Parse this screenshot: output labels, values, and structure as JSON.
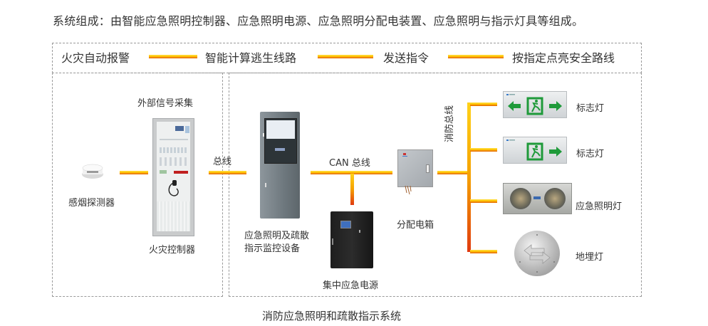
{
  "heading": "系统组成：由智能应急照明控制器、应急照明电源、应急照明分配电装置、应急照明与指示灯具等组成。",
  "flow": {
    "steps": [
      "火灾自动报警",
      "智能计算逃生线路",
      "发送指令",
      "按指定点亮安全路线"
    ]
  },
  "left_section": {
    "signal_label": "外部信号采集",
    "smoke_detector_label": "感烟探测器",
    "fire_controller_label": "火灾控制器"
  },
  "bus_label": "总线",
  "right_section": {
    "monitor_label_line1": "应急照明及疏散",
    "monitor_label_line2": "指示监控设备",
    "can_bus_label": "CAN 总线",
    "power_supply_label": "集中应急电源",
    "distribution_box_label": "分配电箱",
    "fire_bus_label": "消防总线",
    "fixtures": [
      {
        "label": "标志灯",
        "icon": "exit-sign-bidirectional"
      },
      {
        "label": "标志灯",
        "icon": "exit-sign-right"
      },
      {
        "label": "应急照明灯",
        "icon": "emergency-light"
      },
      {
        "label": "地埋灯",
        "icon": "ground-light"
      }
    ]
  },
  "caption": "消防应急照明和疏散指示系统",
  "colors": {
    "connector_top": "#ffd21a",
    "connector_bottom": "#e06000",
    "sign_green": "#1f9a3a",
    "dashed_border": "#9a9a9a"
  }
}
